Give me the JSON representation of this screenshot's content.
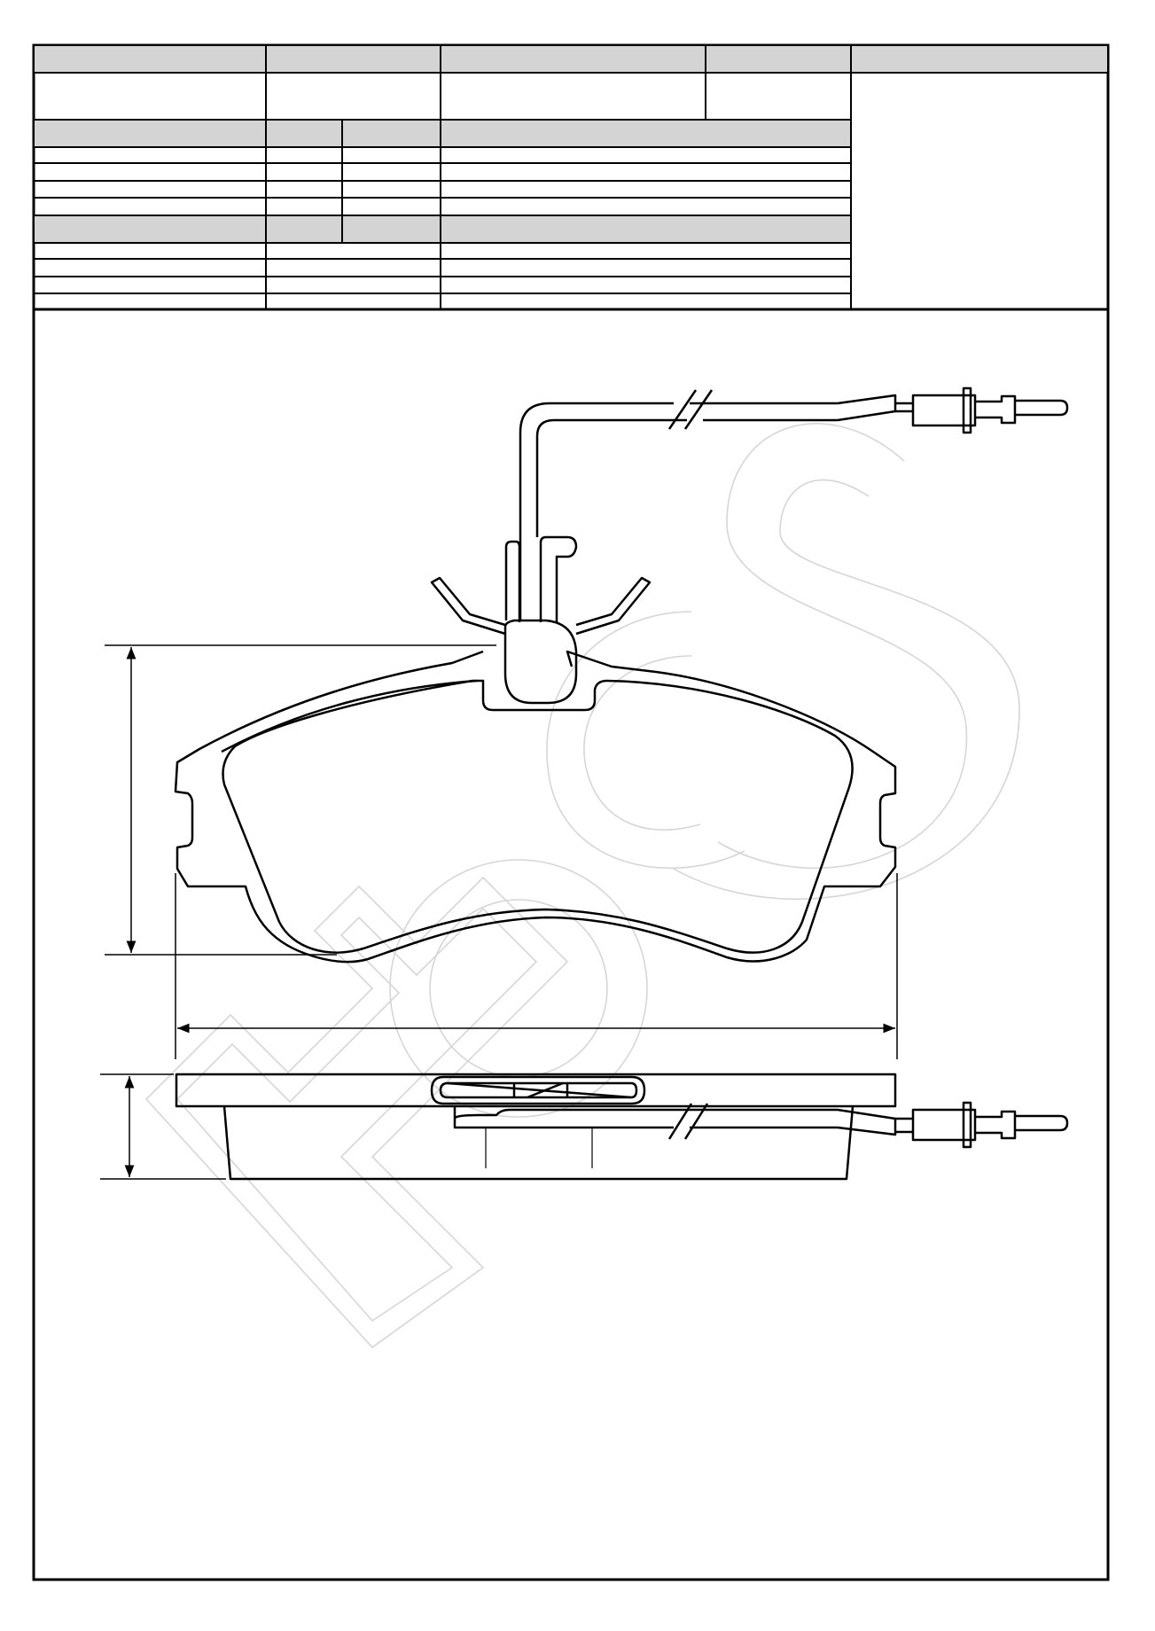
{
  "sheet": {
    "title_block": {
      "header_row": [
        "",
        "",
        "",
        "",
        ""
      ],
      "value_row": [
        "",
        "",
        "",
        ""
      ],
      "group_1": {
        "header": [
          "",
          "",
          "",
          ""
        ],
        "rows": [
          [
            "",
            "",
            "",
            ""
          ],
          [
            "",
            "",
            "",
            ""
          ],
          [
            "",
            "",
            "",
            ""
          ],
          [
            "",
            "",
            "",
            ""
          ]
        ]
      },
      "group_2": {
        "header": [
          "",
          "",
          "",
          ""
        ],
        "rows": [
          [
            "",
            "",
            ""
          ],
          [
            "",
            "",
            ""
          ],
          [
            "",
            "",
            ""
          ],
          [
            "",
            "",
            ""
          ]
        ]
      },
      "side_panel": ""
    },
    "drawing": {
      "views": [
        "front-view",
        "side-view"
      ],
      "components": [
        "brake-pad-backing-plate",
        "friction-lining",
        "wear-sensor-clip",
        "wear-sensor-cable",
        "sensor-connector"
      ],
      "dimensions": [
        "height",
        "width",
        "thickness"
      ]
    },
    "watermark": "",
    "colors": {
      "line": "#000000",
      "header_fill": "#d4d4d4",
      "watermark": "#d6d6d6",
      "background": "#ffffff"
    }
  }
}
